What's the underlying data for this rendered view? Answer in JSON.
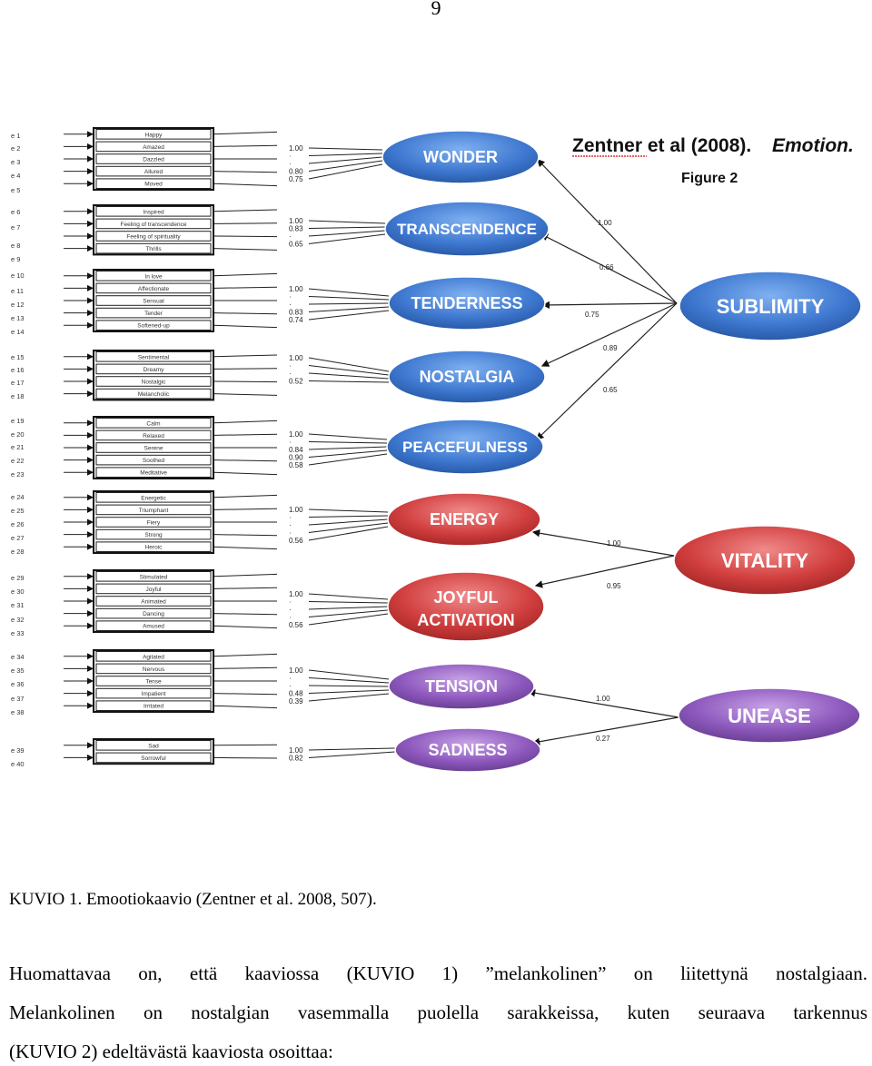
{
  "page_number": "9",
  "figure": {
    "title_author": "Zentner et al (2008).",
    "title_journal": "Emotion.",
    "subtitle": "Figure 2",
    "errors": [
      "e 1",
      "e 2",
      "e 3",
      "e 4",
      "e 5",
      "e 6",
      "e 7",
      "e 8",
      "e 9",
      "e 10",
      "e 11",
      "e 12",
      "e 13",
      "e 14",
      "e 15",
      "e 16",
      "e 17",
      "e 18",
      "e 19",
      "e 20",
      "e 21",
      "e 22",
      "e 23",
      "e 24",
      "e 25",
      "e 26",
      "e 27",
      "e 28",
      "e 29",
      "e 30",
      "e 31",
      "e 32",
      "e 33",
      "e 34",
      "e 35",
      "e 36",
      "e 37",
      "e 38",
      "e 39",
      "e 40"
    ],
    "groups": [
      {
        "factor": "WONDER",
        "color": "blue",
        "items": [
          "Happy",
          "Amazed",
          "Dazzled",
          "Allured",
          "Moved"
        ],
        "loadings": [
          "1.00",
          "",
          "",
          "0.80",
          "0.75"
        ]
      },
      {
        "factor": "TRANSCENDENCE",
        "color": "blue",
        "items": [
          "Inspired",
          "Feeling of transcendence",
          "Feeling of spirituality",
          "Thrills"
        ],
        "loadings": [
          "1.00",
          "0.83",
          "",
          "0.65"
        ]
      },
      {
        "factor": "TENDERNESS",
        "color": "blue",
        "items": [
          "In love",
          "Affectionate",
          "Sensual",
          "Tender",
          "Softened-up"
        ],
        "loadings": [
          "1.00",
          "",
          "",
          "0.83",
          "0.74"
        ]
      },
      {
        "factor": "NOSTALGIA",
        "color": "blue",
        "items": [
          "Sentimental",
          "Dreamy",
          "Nostalgic",
          "Melancholic"
        ],
        "loadings": [
          "1.00",
          "",
          "",
          "0.52"
        ]
      },
      {
        "factor": "PEACEFULNESS",
        "color": "blue",
        "items": [
          "Calm",
          "Relaxed",
          "Serene",
          "Soothed",
          "Meditative"
        ],
        "loadings": [
          "1.00",
          "",
          "0.84",
          "0.90",
          "0.58"
        ]
      },
      {
        "factor": "ENERGY",
        "color": "red",
        "items": [
          "Energetic",
          "Triumphant",
          "Fiery",
          "Strong",
          "Heroic"
        ],
        "loadings": [
          "1.00",
          "",
          "",
          "",
          "0.56"
        ]
      },
      {
        "factor": "JOYFUL ACTIVATION",
        "color": "red",
        "items": [
          "Stimulated",
          "Joyful",
          "Animated",
          "Dancing",
          "Amused"
        ],
        "loadings": [
          "1.00",
          "",
          "",
          "",
          "0.56"
        ]
      },
      {
        "factor": "TENSION",
        "color": "purple",
        "items": [
          "Agitated",
          "Nervous",
          "Tense",
          "Impatient",
          "Irritated"
        ],
        "loadings": [
          "1.00",
          "",
          "",
          "0.48",
          "0.39"
        ]
      },
      {
        "factor": "SADNESS",
        "color": "purple",
        "items": [
          "Sad",
          "Sorrowful"
        ],
        "loadings": [
          "1.00",
          "0.82"
        ]
      }
    ],
    "second_order": [
      {
        "name": "SUBLIMITY",
        "color": "blue",
        "paths": [
          "1.00",
          "0.66",
          "0.75",
          "0.89",
          "0.65"
        ]
      },
      {
        "name": "VITALITY",
        "color": "red",
        "paths": [
          "1.00",
          "0.95"
        ]
      },
      {
        "name": "UNEASE",
        "color": "purple",
        "paths": [
          "1.00",
          "0.27"
        ]
      }
    ],
    "colors": {
      "blue": "#3a6ec4",
      "red": "#c93a3a",
      "purple": "#8b55b8",
      "box_border": "#111111",
      "underline": "#e03030"
    }
  },
  "caption": "KUVIO 1. Emootiokaavio (Zentner et al. 2008, 507).",
  "paragraph_lines": [
    "Huomattavaa on, että kaaviossa (KUVIO 1) ”melankolinen” on liitettynä nostalgiaan.",
    "Melankolinen on nostalgian vasemmalla puolella sarakkeissa, kuten seuraava tarkennus",
    "(KUVIO 2) edeltävästä kaaviosta osoittaa:"
  ]
}
